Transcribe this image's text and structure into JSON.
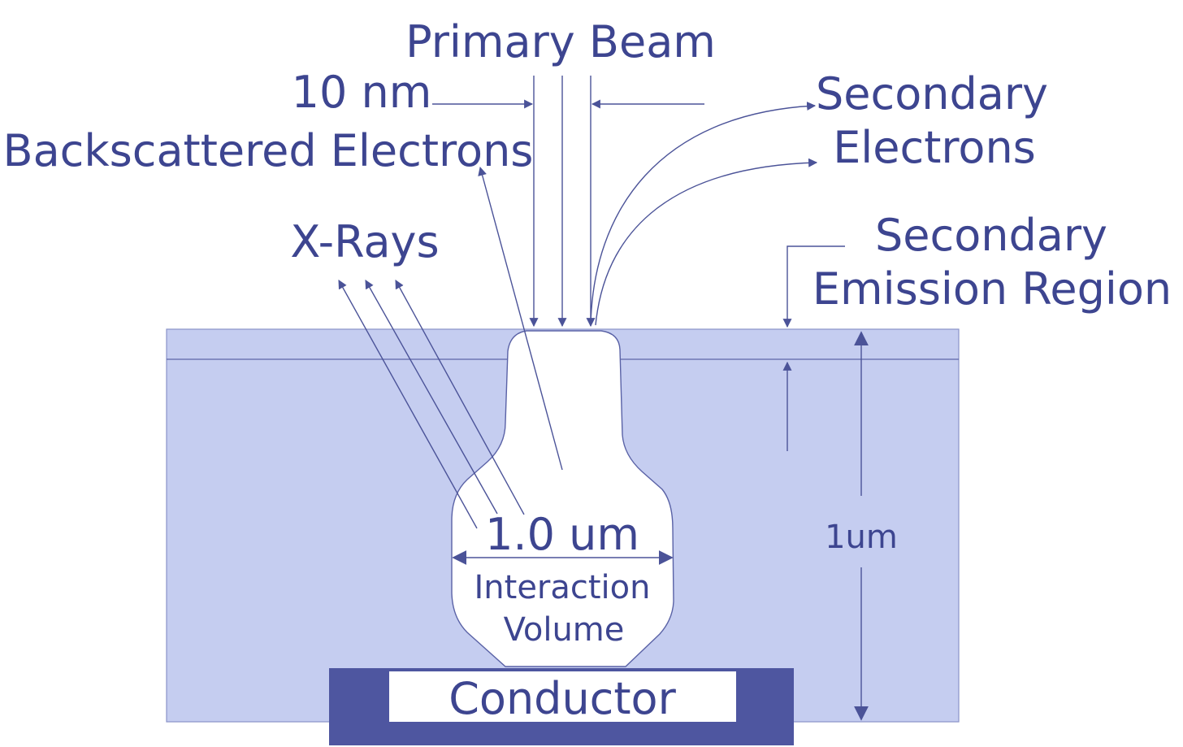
{
  "labels": {
    "primary_beam": "Primary Beam",
    "beam_width": "10 nm",
    "backscattered": "Backscattered Electrons",
    "secondary_electrons_line1": "Secondary",
    "secondary_electrons_line2": "Electrons",
    "xrays": "X-Rays",
    "emission_region_line1": "Secondary",
    "emission_region_line2": "Emission Region",
    "interaction_width": "1.0 um",
    "interaction_line1": "Interaction",
    "interaction_line2": "Volume",
    "depth": "1um",
    "conductor": "Conductor"
  },
  "colors": {
    "specimen": "#c5cdf0",
    "conductor": "#4e56a0",
    "text": "#3d4590",
    "line": "#4b5398"
  }
}
